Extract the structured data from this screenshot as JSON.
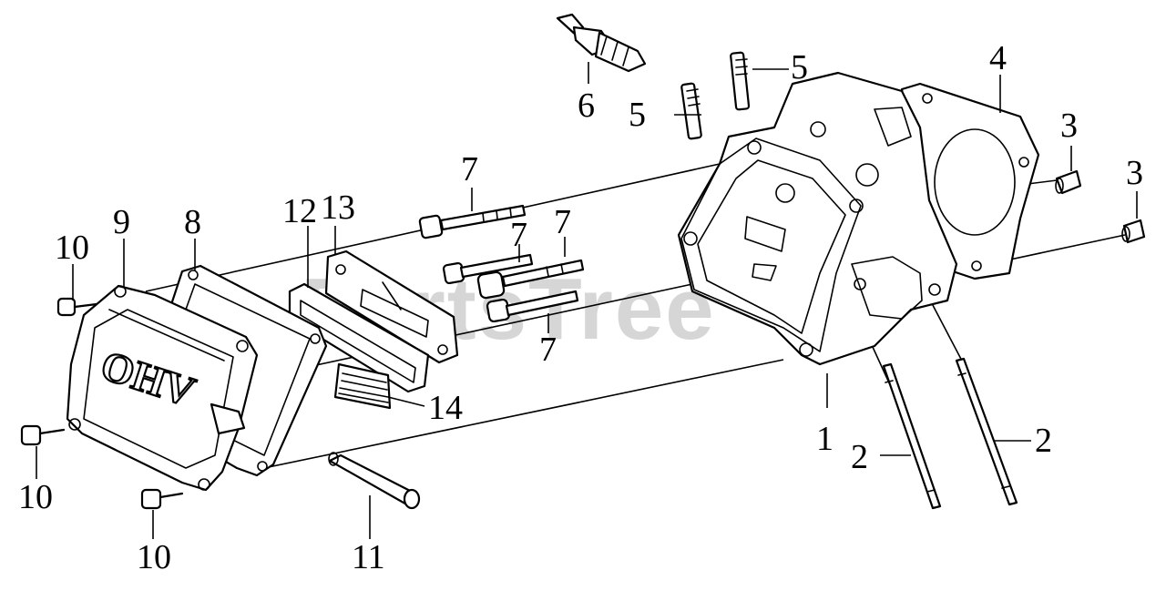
{
  "watermark": {
    "text": "PartsTree",
    "trademark": "™"
  },
  "cover_stamp": "OHV",
  "callouts": {
    "c1": "1",
    "c2a": "2",
    "c2b": "2",
    "c3a": "3",
    "c3b": "3",
    "c4": "4",
    "c5a": "5",
    "c5b": "5",
    "c6": "6",
    "c7a": "7",
    "c7b": "7",
    "c7c": "7",
    "c7d": "7",
    "c8": "8",
    "c9": "9",
    "c10a": "10",
    "c10b": "10",
    "c10c": "10",
    "c11": "11",
    "c12": "12",
    "c13": "13",
    "c14": "14"
  }
}
